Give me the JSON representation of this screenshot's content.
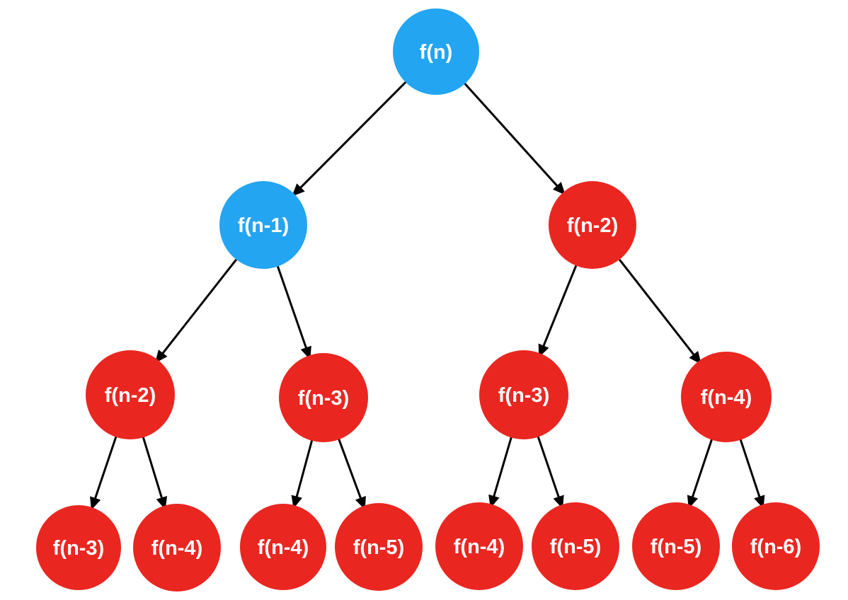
{
  "diagram": {
    "colors": {
      "highlight": "#23A5F1",
      "node": "#EA2620",
      "arrow": "#000000",
      "label_text": "#FFFFFF",
      "background": "#FFFFFF"
    },
    "nodes": [
      {
        "label": "f(n)",
        "color": "highlight",
        "level": 0
      },
      {
        "label": "f(n-1)",
        "color": "highlight",
        "level": 1
      },
      {
        "label": "f(n-2)",
        "color": "node",
        "level": 1
      },
      {
        "label": "f(n-2)",
        "color": "node",
        "level": 2
      },
      {
        "label": "f(n-3)",
        "color": "node",
        "level": 2
      },
      {
        "label": "f(n-3)",
        "color": "node",
        "level": 2
      },
      {
        "label": "f(n-4)",
        "color": "node",
        "level": 2
      },
      {
        "label": "f(n-3)",
        "color": "node",
        "level": 3
      },
      {
        "label": "f(n-4)",
        "color": "node",
        "level": 3
      },
      {
        "label": "f(n-4)",
        "color": "node",
        "level": 3
      },
      {
        "label": "f(n-5)",
        "color": "node",
        "level": 3
      },
      {
        "label": "f(n-4)",
        "color": "node",
        "level": 3
      },
      {
        "label": "f(n-5)",
        "color": "node",
        "level": 3
      },
      {
        "label": "f(n-5)",
        "color": "node",
        "level": 3
      },
      {
        "label": "f(n-6)",
        "color": "node",
        "level": 3
      }
    ],
    "edges": [
      {
        "from": 0,
        "to": 1
      },
      {
        "from": 0,
        "to": 2
      },
      {
        "from": 1,
        "to": 3
      },
      {
        "from": 1,
        "to": 4
      },
      {
        "from": 2,
        "to": 5
      },
      {
        "from": 2,
        "to": 6
      },
      {
        "from": 3,
        "to": 7
      },
      {
        "from": 3,
        "to": 8
      },
      {
        "from": 4,
        "to": 9
      },
      {
        "from": 4,
        "to": 10
      },
      {
        "from": 5,
        "to": 11
      },
      {
        "from": 5,
        "to": 12
      },
      {
        "from": 6,
        "to": 13
      },
      {
        "from": 6,
        "to": 14
      }
    ]
  }
}
